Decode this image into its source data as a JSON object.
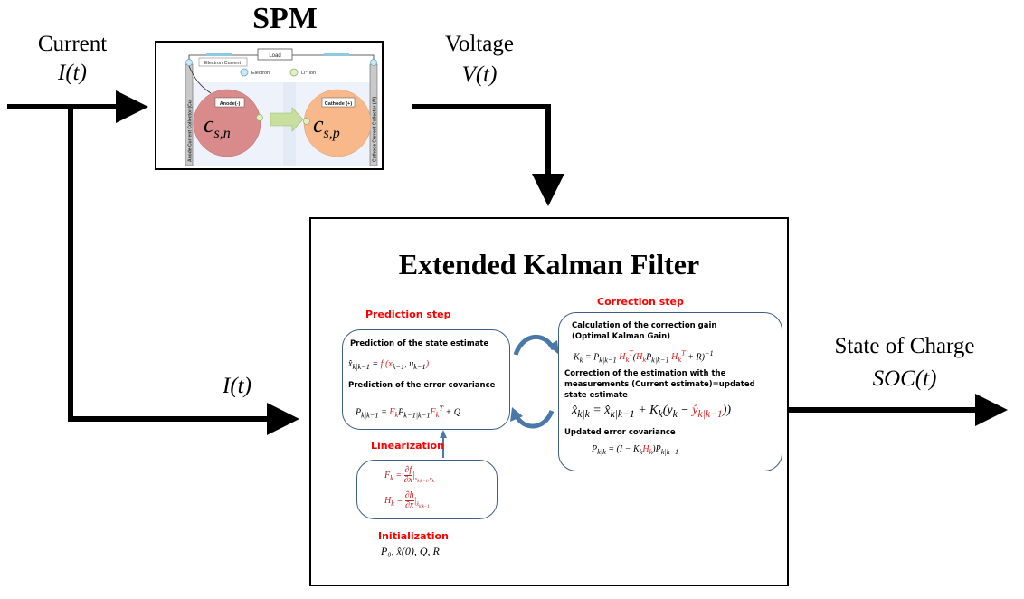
{
  "inputs": {
    "current_label": "Current",
    "current_symbol": "I(t)",
    "voltage_label": "Voltage",
    "voltage_symbol": "V(t)",
    "branch_current_symbol": "I(t)"
  },
  "output": {
    "label": "State of Charge",
    "symbol": "SOC(t)"
  },
  "spm": {
    "title": "SPM",
    "load_label": "Load",
    "electron_current_label": "Electron Current",
    "legend_electron": "Electron",
    "legend_li_ion": "Li⁺ ion",
    "anode_collector_label": "Anode Current Collector (Cu)",
    "cathode_collector_label": "Cathode Current Collector (Al)",
    "anode_label": "Anode(-)",
    "cathode_label": "Cathode (+)",
    "anode_symbol": "c",
    "anode_subscript": "s,n",
    "cathode_symbol": "c",
    "cathode_subscript": "s,p",
    "colors": {
      "anode": "#d98a8a",
      "cathode": "#f8b88a",
      "ion": "#c8dfa0",
      "panel": "#eef3fb"
    }
  },
  "ekf": {
    "title": "Extended Kalman Filter",
    "prediction": {
      "heading": "Prediction step",
      "state_title": "Prediction of the state estimate",
      "state_eq_lhs": "x̂",
      "state_eq_lhs_sub": "k|k−1",
      "state_eq_rhs": "f (x",
      "state_eq_rhs_sub1": "k−1",
      "state_eq_rhs_mid": ", u",
      "state_eq_rhs_sub2": "k−1",
      "cov_title": "Prediction of the error covariance",
      "cov_eq": "P_k|k−1 = F_k P_k−1|k−1 F_k^T + Q"
    },
    "correction": {
      "heading": "Correction step",
      "gain_title": "Calculation of the correction gain (Optimal Kalman Gain)",
      "gain_eq": "K_k = P_k|k−1 H_k^T (H_k P_k|k−1 H_k^T + R)^−1",
      "update_title": "Correction of the estimation with the measurements (Current estimate)=updated state estimate",
      "update_eq": "x̂_k|k = x̂_k|k−1 + K_k(y_k − ŷ_k|k−1))",
      "cov_title": "Updated error covariance",
      "cov_eq": "P_k|k = (I − K_k H_k)P_k|k−1"
    },
    "linearization": {
      "heading": "Linearization",
      "eq1": "F_k = ∂f/∂x |x_k|k−1,u_k",
      "eq2": "H_k = ∂h/∂x |x_k|k−1"
    },
    "initialization": {
      "heading": "Initialization",
      "values": "P₀, x̂(0), Q, R"
    },
    "colors": {
      "heading_red": "#ff0000",
      "box_border": "#3e5f86",
      "cycle_arrow": "#4a78a8"
    }
  }
}
